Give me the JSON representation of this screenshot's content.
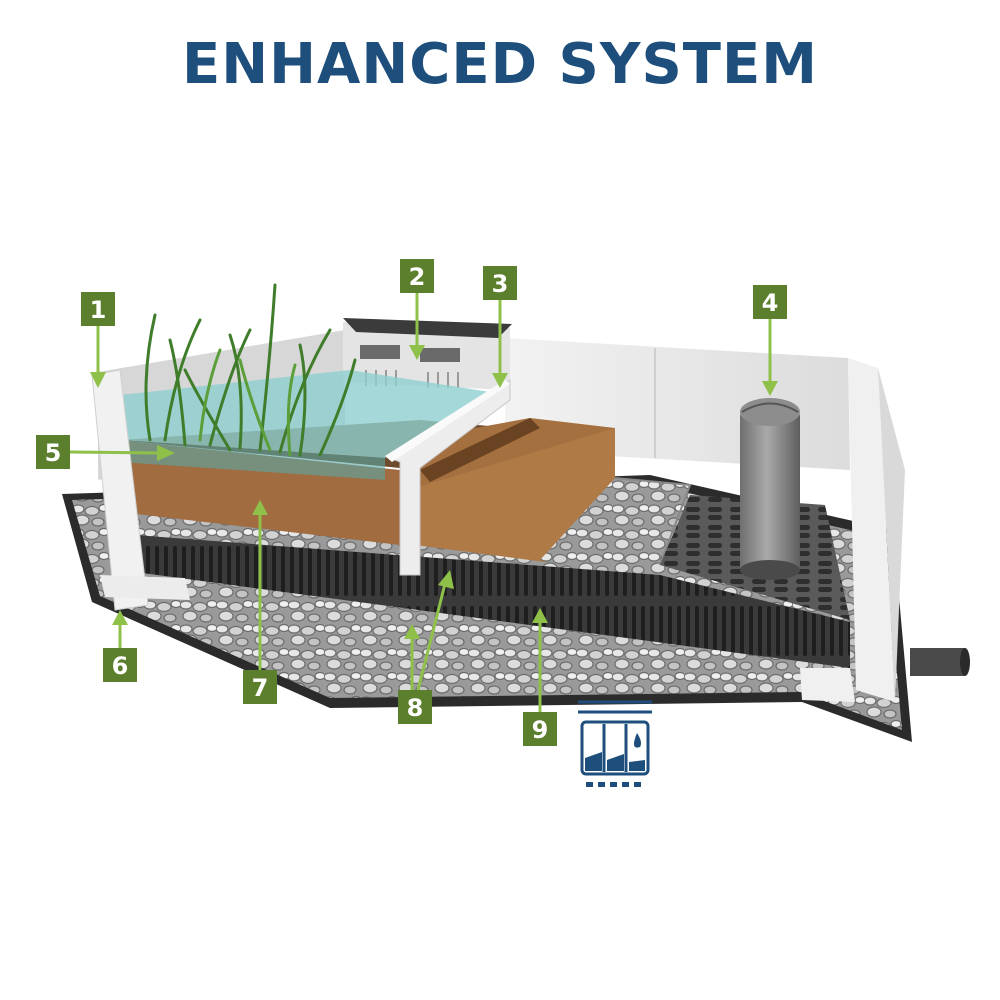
{
  "title": "ENHANCED SYSTEM",
  "colors": {
    "title": "#1d4e7c",
    "callout_fill": "#5b7f2c",
    "callout_arrow": "#8fc14a",
    "soil": "#9c6a3f",
    "water": "#7fc9c9",
    "gravel": "#a7a7a7",
    "grate": "#505050",
    "concrete": "#e8e8e8",
    "icon": "#1d4e7c"
  },
  "callouts": [
    {
      "label": "1"
    },
    {
      "label": "2"
    },
    {
      "label": "3"
    },
    {
      "label": "4"
    },
    {
      "label": "5"
    },
    {
      "label": "6"
    },
    {
      "label": "7"
    },
    {
      "label": "8"
    },
    {
      "label": "9"
    }
  ],
  "icon": "filter-tank-icon"
}
